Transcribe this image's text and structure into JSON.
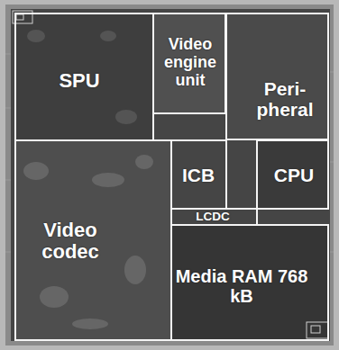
{
  "diagram": {
    "nodes": [
      {
        "text": [
          "SPU"
        ]
      },
      {
        "text": [
          "Video engine unit"
        ]
      },
      {
        "text": [
          "Peri- pheral"
        ]
      },
      {
        "text": [
          "ICB"
        ]
      },
      {
        "text": [
          "CPU"
        ]
      },
      {
        "text": [
          "LCDC"
        ]
      },
      {
        "text": [
          "Video codec"
        ]
      },
      {
        "text": [
          "Media RAM 768 kB"
        ]
      }
    ]
  }
}
